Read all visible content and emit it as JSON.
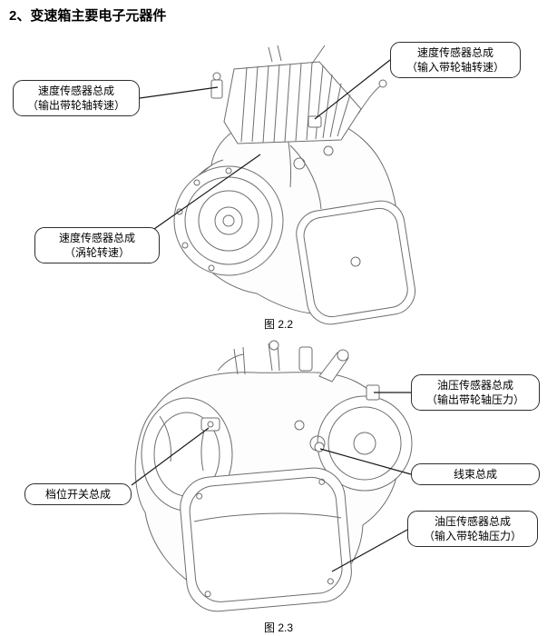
{
  "page": {
    "title": "2、变速箱主要电子元器件"
  },
  "figure1": {
    "caption": "图 2.2",
    "callout_input_speed": {
      "line1": "速度传感器总成",
      "line2": "（输入带轮轴转速）"
    },
    "callout_output_speed": {
      "line1": "速度传感器总成",
      "line2": "（输出带轮轴转速）"
    },
    "callout_turbine_speed": {
      "line1": "速度传感器总成",
      "line2": "（涡轮转速）"
    }
  },
  "figure2": {
    "caption": "图 2.3",
    "callout_output_pressure": {
      "line1": "油压传感器总成",
      "line2": "（输出带轮轴压力）"
    },
    "callout_harness": {
      "line1": "线束总成"
    },
    "callout_input_pressure": {
      "line1": "油压传感器总成",
      "line2": "（输入带轮轴压力）"
    },
    "callout_gear_switch": {
      "line1": "档位开关总成"
    }
  }
}
